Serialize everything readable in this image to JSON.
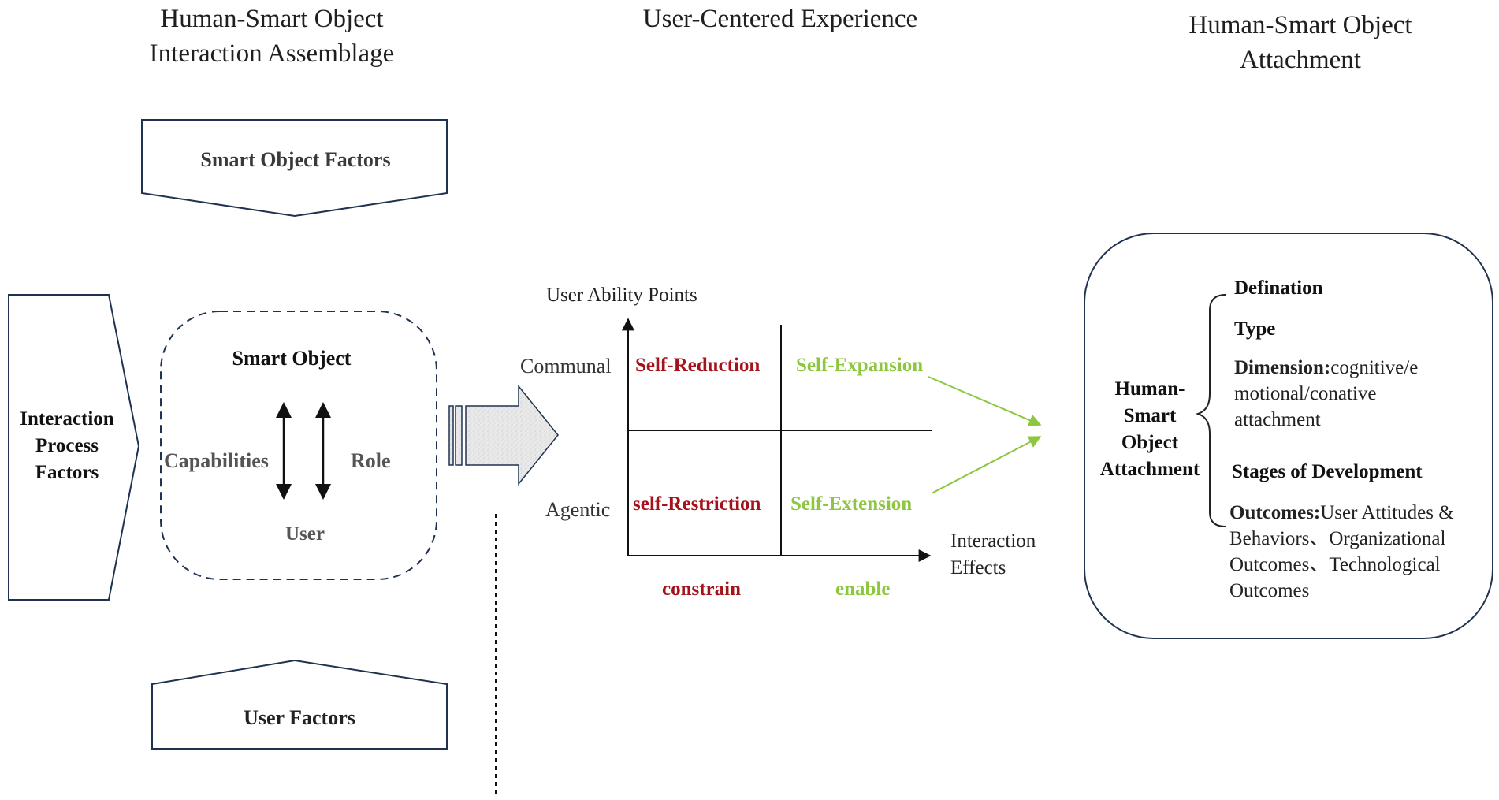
{
  "headers": {
    "left": "Human-Smart Object\nInteraction Assemblage",
    "middle": "User-Centered Experience",
    "right": "Human-Smart Object\nAttachment"
  },
  "assemblage": {
    "smart_object_factors": "Smart Object Factors",
    "user_factors": "User Factors",
    "interaction_process_factors": "Interaction\nProcess\nFactors",
    "smart_object": "Smart Object",
    "capabilities": "Capabilities",
    "role": "Role",
    "user": "User"
  },
  "experience": {
    "y_axis_label": "User Ability Points",
    "x_axis_label": "Interaction\nEffects",
    "communal": "Communal",
    "agentic": "Agentic",
    "self_reduction": "Self-Reduction",
    "self_expansion": "Self-Expansion",
    "self_restriction": "self-Restriction",
    "self_extension": "Self-Extension",
    "constrain": "constrain",
    "enable": "enable"
  },
  "attachment": {
    "title": "Human-\nSmart\nObject\nAttachment",
    "defination": "Defination",
    "type": "Type",
    "dimension_label": "Dimension:",
    "dimension_text": "cognitive/e\nmotional/conative\nattachment",
    "stages": "Stages of Development",
    "outcomes_label": "Outcomes:",
    "outcomes_text": "User Attitudes &\nBehaviors、Organizational\nOutcomes、Technological\nOutcomes"
  },
  "colors": {
    "red": "#a6121b",
    "green": "#8dc63f",
    "outline": "#1f3350"
  }
}
